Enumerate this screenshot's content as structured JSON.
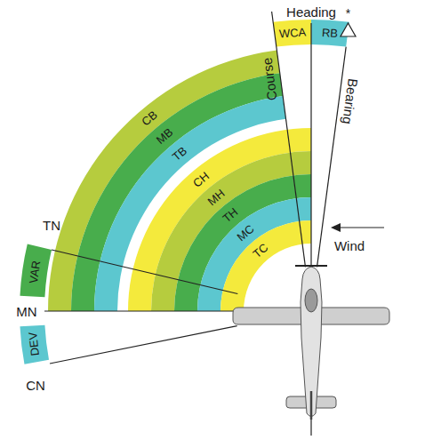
{
  "diagram": {
    "nodes": [
      {
        "text": [
          "WCA"
        ]
      },
      {
        "text": [
          "RB"
        ]
      },
      {
        "text": [
          "CB"
        ]
      },
      {
        "text": [
          "MB"
        ]
      },
      {
        "text": [
          "TB"
        ]
      },
      {
        "text": [
          "CH"
        ]
      },
      {
        "text": [
          "MH"
        ]
      },
      {
        "text": [
          "TH"
        ]
      },
      {
        "text": [
          "MC"
        ]
      },
      {
        "text": [
          "TC"
        ]
      },
      {
        "text": [
          "VAR"
        ]
      },
      {
        "text": [
          "DEV"
        ]
      }
    ],
    "labels": [
      "*",
      "Heading",
      "Course",
      "Bearing",
      "TN",
      "MN",
      "CN",
      "Wind"
    ]
  }
}
